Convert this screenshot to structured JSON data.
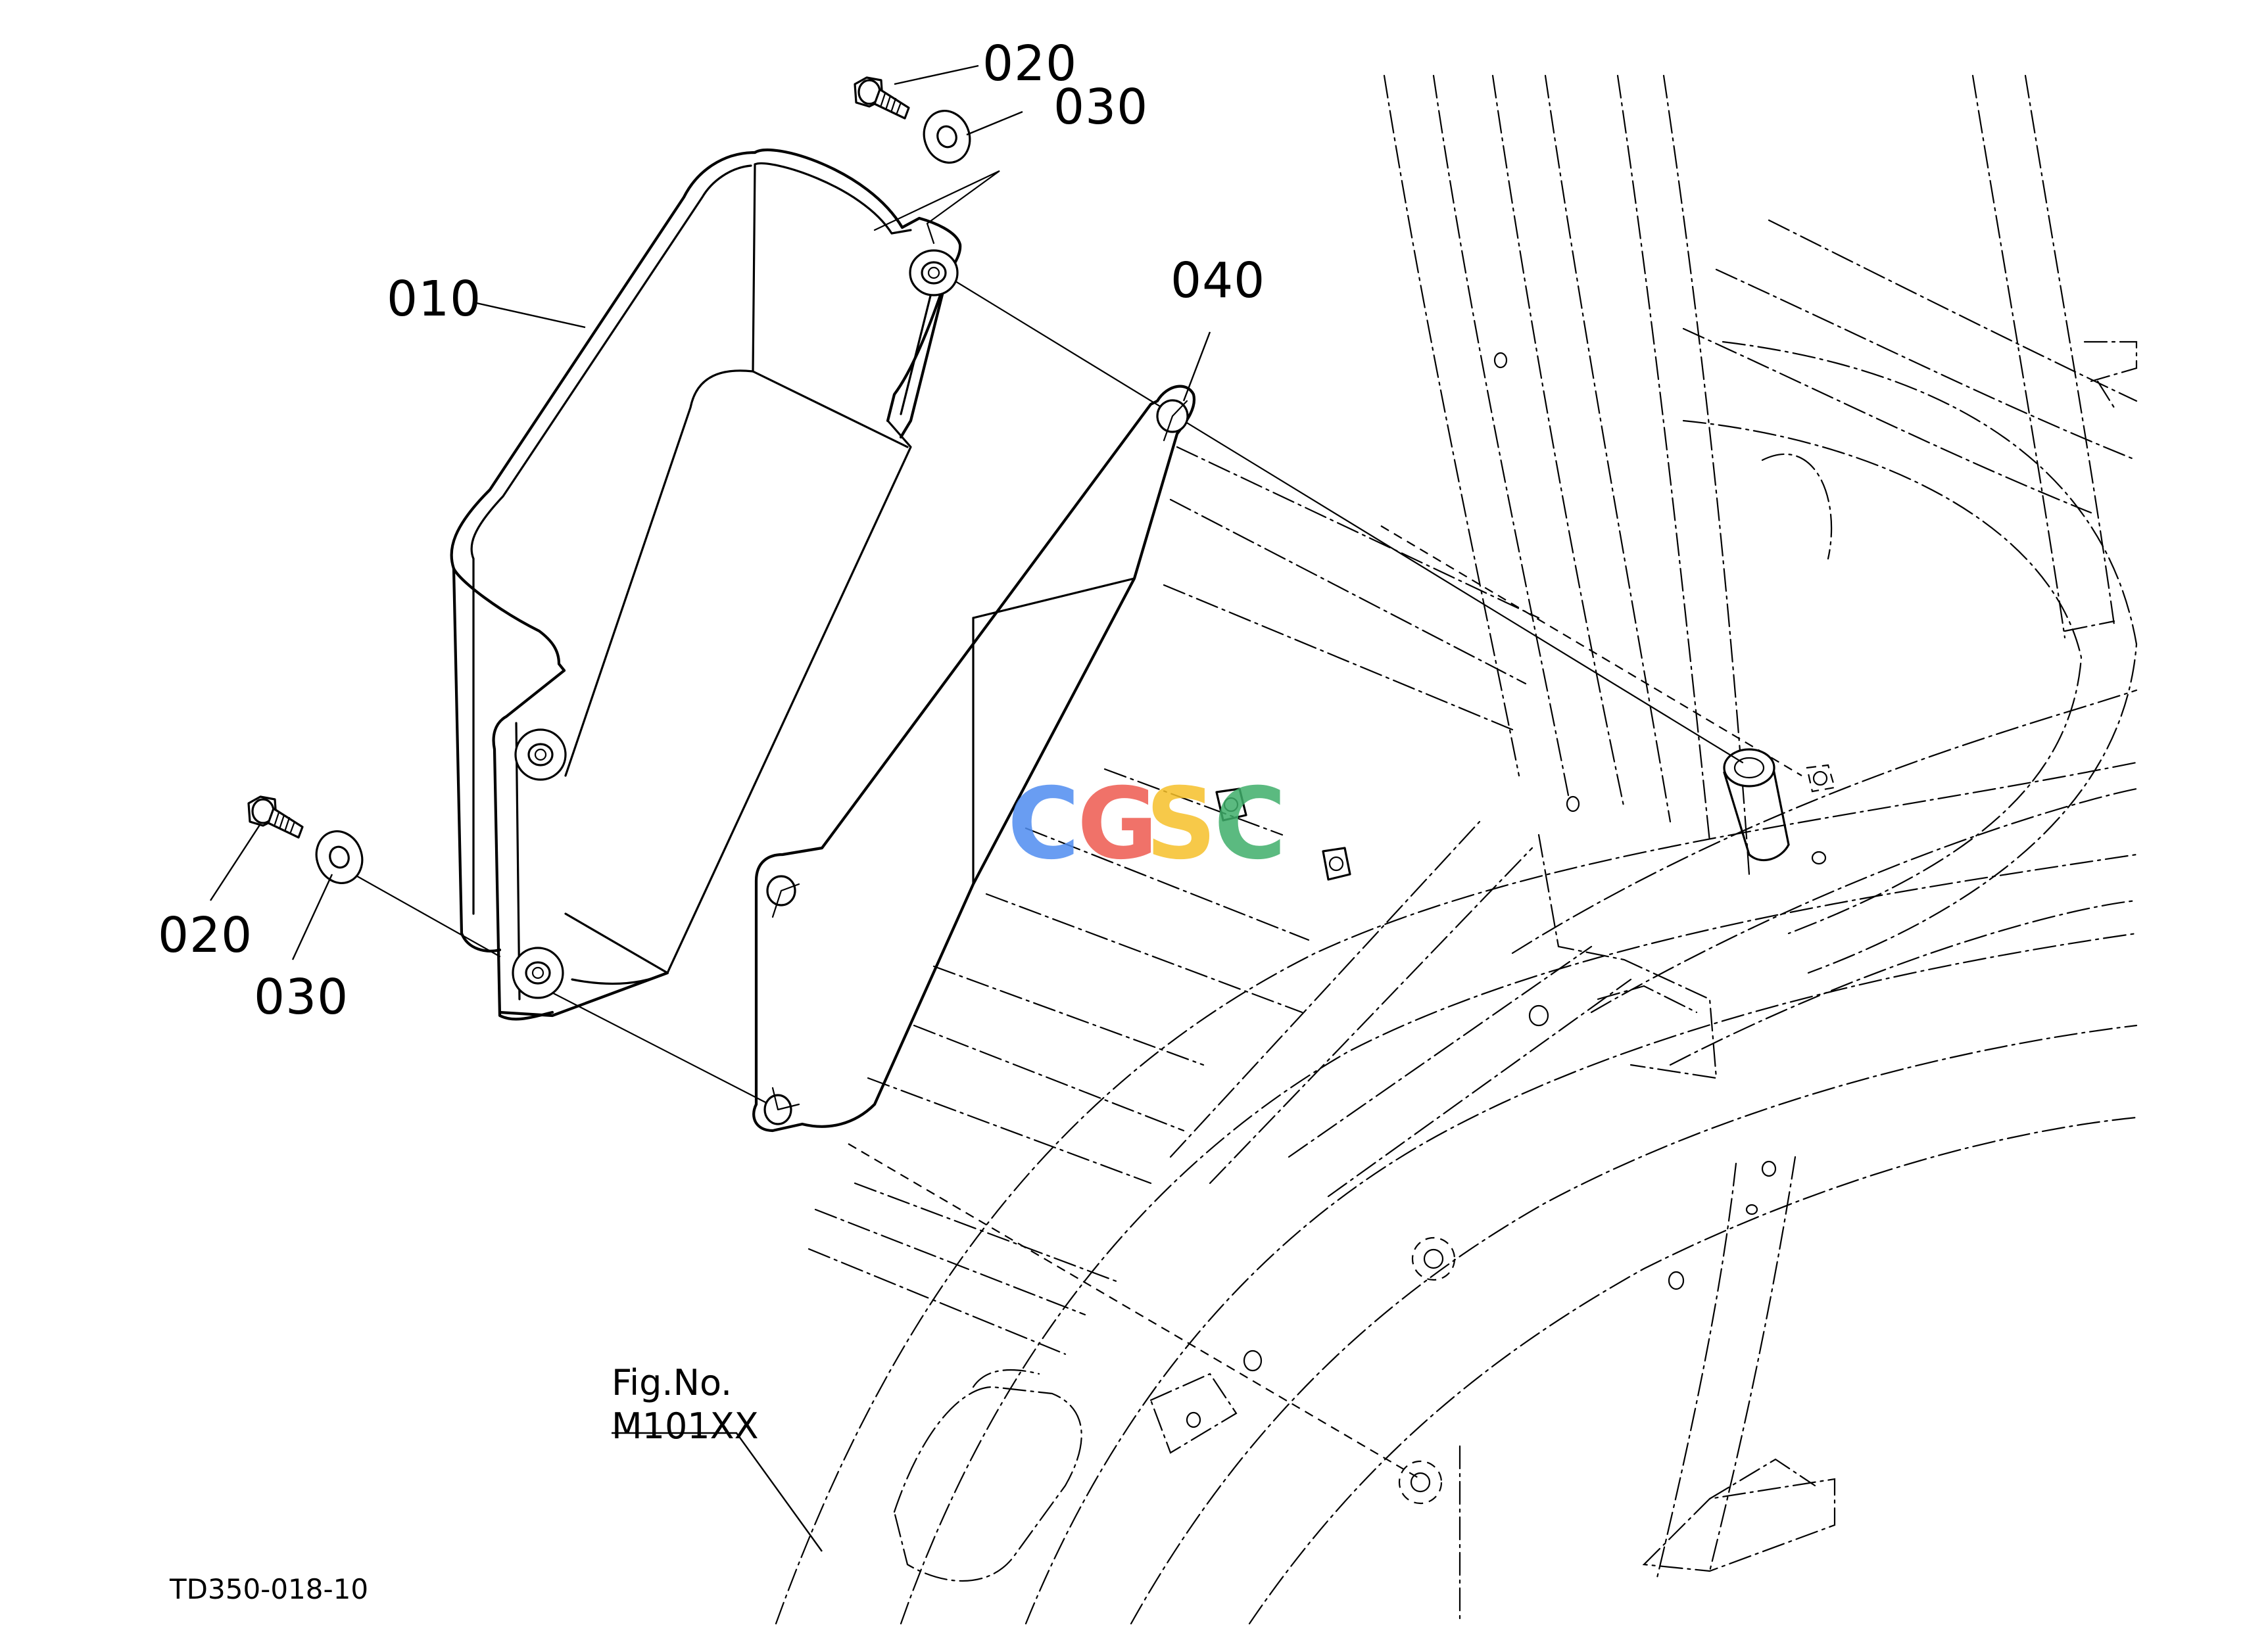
{
  "callouts": {
    "bolt_top": "020",
    "washer_top": "030",
    "box": "010",
    "gasket": "040",
    "bolt_left": "020",
    "washer_left": "030"
  },
  "figure_reference": {
    "label": "Fig.No.",
    "number": "M101XX"
  },
  "drawing_number": "TD350-018-10",
  "watermark": {
    "letters": [
      "C",
      "G",
      "S",
      "C"
    ],
    "colors": [
      "#4f8df0",
      "#ee5a4f",
      "#f6c02a",
      "#3fae6a"
    ]
  }
}
